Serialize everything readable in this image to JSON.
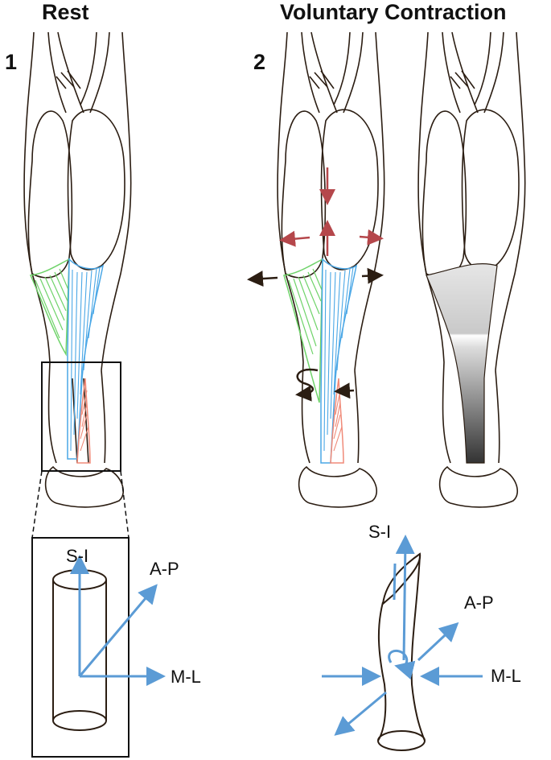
{
  "headers": {
    "rest": "Rest",
    "contraction": "Voluntary Contraction"
  },
  "panel_numbers": {
    "one": "1",
    "two": "2"
  },
  "axes_rest": {
    "superior_inferior": "S-I",
    "anterior_posterior": "A-P",
    "medial_lateral": "M-L"
  },
  "axes_contraction": {
    "superior_inferior": "S-I",
    "anterior_posterior": "A-P",
    "medial_lateral": "M-L"
  },
  "colors": {
    "outline": "#2b1d12",
    "medial_subtendon": "#6fd36a",
    "lateral_subtendon": "#4aa7e6",
    "soleus_subtendon": "#f08a78",
    "axis_arrow": "#5b9bd5",
    "force_arrow": "#b5474b",
    "strain_dark": "#4a4a4a"
  }
}
